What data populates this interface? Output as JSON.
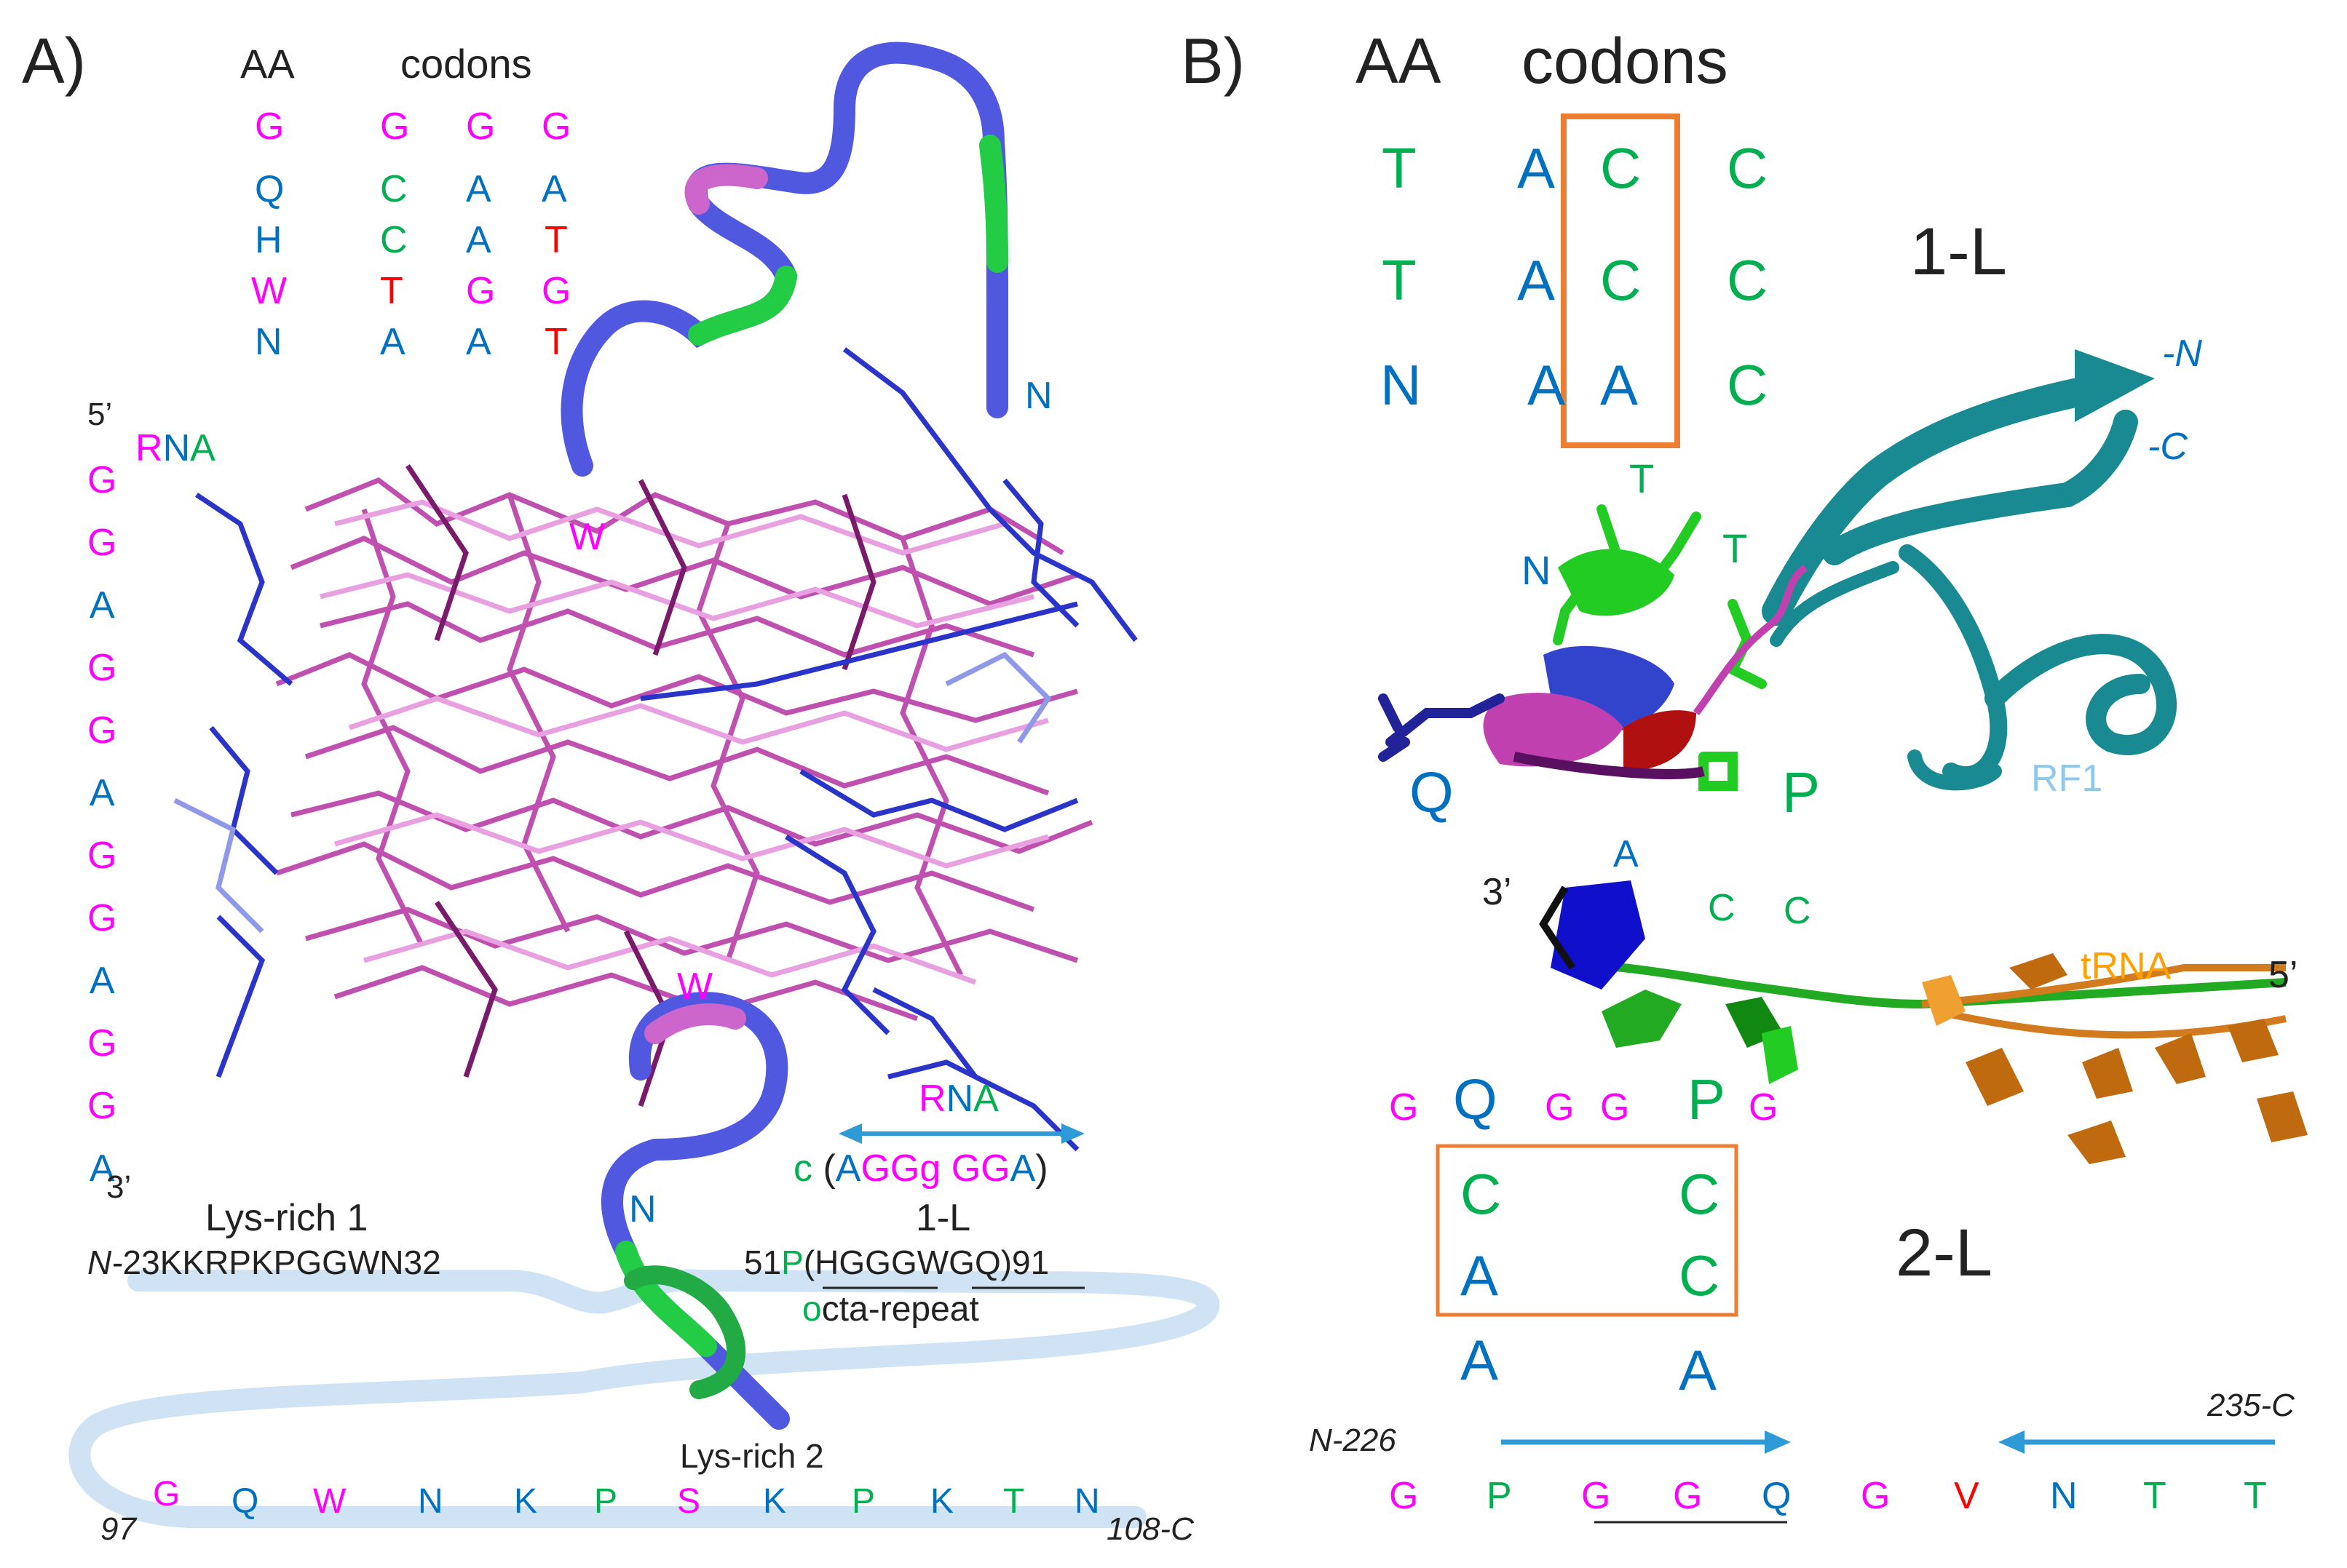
{
  "panel_a": {
    "label": "A)",
    "aa_header": "AA",
    "codons_header": "codons",
    "aa": [
      "G",
      "Q",
      "H",
      "W",
      "N"
    ],
    "codon_col1": [
      "G",
      "C",
      "C",
      "T",
      "A"
    ],
    "codon_col2": [
      "G",
      "A",
      "A",
      "G",
      "A"
    ],
    "codon_col3": [
      "G",
      "A",
      "T",
      "G",
      "T"
    ],
    "rna_5prime": "5’",
    "rna_label": [
      "R",
      "N",
      "A"
    ],
    "rna_seq": [
      "G",
      "G",
      "A",
      "G",
      "G",
      "A",
      "G",
      "G",
      "A",
      "G",
      "G",
      "A"
    ],
    "rna_3prime": "3’",
    "top_n": "N",
    "w_upper": "W",
    "w_lower": "W",
    "lower_n": "N",
    "rna_label_right": [
      "R",
      "N",
      "A"
    ],
    "seq_prefix": "c",
    "seq_paren_open": "(",
    "seq_A1": "A",
    "seq_GGg": "GGg",
    "seq_GG": "GG",
    "seq_A2": "A",
    "seq_paren_close": ")",
    "loop_1L": "1-L",
    "lys_rich_1": "Lys-rich 1",
    "lys_rich_1_seq_prefix": "N-",
    "lys_rich_1_seq": "23KKRPKPGGWN32",
    "octa_start": "51",
    "octa_p": "P",
    "octa_seq_a": "(HGGG",
    "octa_seq_b": "WGQ",
    "octa_end": ")91",
    "octa_o": "o",
    "octa_label": "cta-repeat",
    "lys_rich_2": "Lys-rich 2",
    "bottom_start": "97",
    "bottom_seq": [
      "G",
      "Q",
      "W",
      "N",
      "K",
      "P",
      "S",
      "K",
      "P",
      "K",
      "T",
      "N"
    ],
    "bottom_end": "108-C"
  },
  "panel_b": {
    "label": "B)",
    "aa_header": "AA",
    "codons_header": "codons",
    "aa": [
      "T",
      "T",
      "N"
    ],
    "codon_col1": [
      "A",
      "A",
      "A"
    ],
    "codon_col2": [
      "C",
      "C",
      "A"
    ],
    "codon_col3": [
      "C",
      "C",
      "C"
    ],
    "loop_1L": "1-L",
    "struct_labels": {
      "T1": "T",
      "T2": "T",
      "N": "N",
      "Q": "Q",
      "P": "P",
      "nterm": "-N",
      "cterm": "-C",
      "rf1": "RF1"
    },
    "trna": {
      "prime3": "3’",
      "A": "A",
      "C1": "C",
      "C2": "C",
      "label": "tRNA",
      "prime5": "5’"
    },
    "row_gqggpg": [
      "G",
      "Q",
      "G",
      "G",
      "P",
      "G"
    ],
    "box2_left": [
      "C",
      "A"
    ],
    "box2_right": [
      "C",
      "C"
    ],
    "below_box": [
      "A",
      "A"
    ],
    "loop_2L": "2-L",
    "n226": "N-226",
    "c235": "235-C",
    "bottom_seq": [
      "G",
      "P",
      "G",
      "G",
      "Q",
      "G",
      "V",
      "N",
      "T",
      "T"
    ]
  },
  "colors": {
    "magenta": "#ff00ff",
    "blue": "#0070c0",
    "green": "#00b050",
    "red": "#ff0000",
    "orange_box": "#ed7d31",
    "arrow": "#2f9bd6",
    "teal": "#1a8a92",
    "trna": "#d27a1e"
  }
}
